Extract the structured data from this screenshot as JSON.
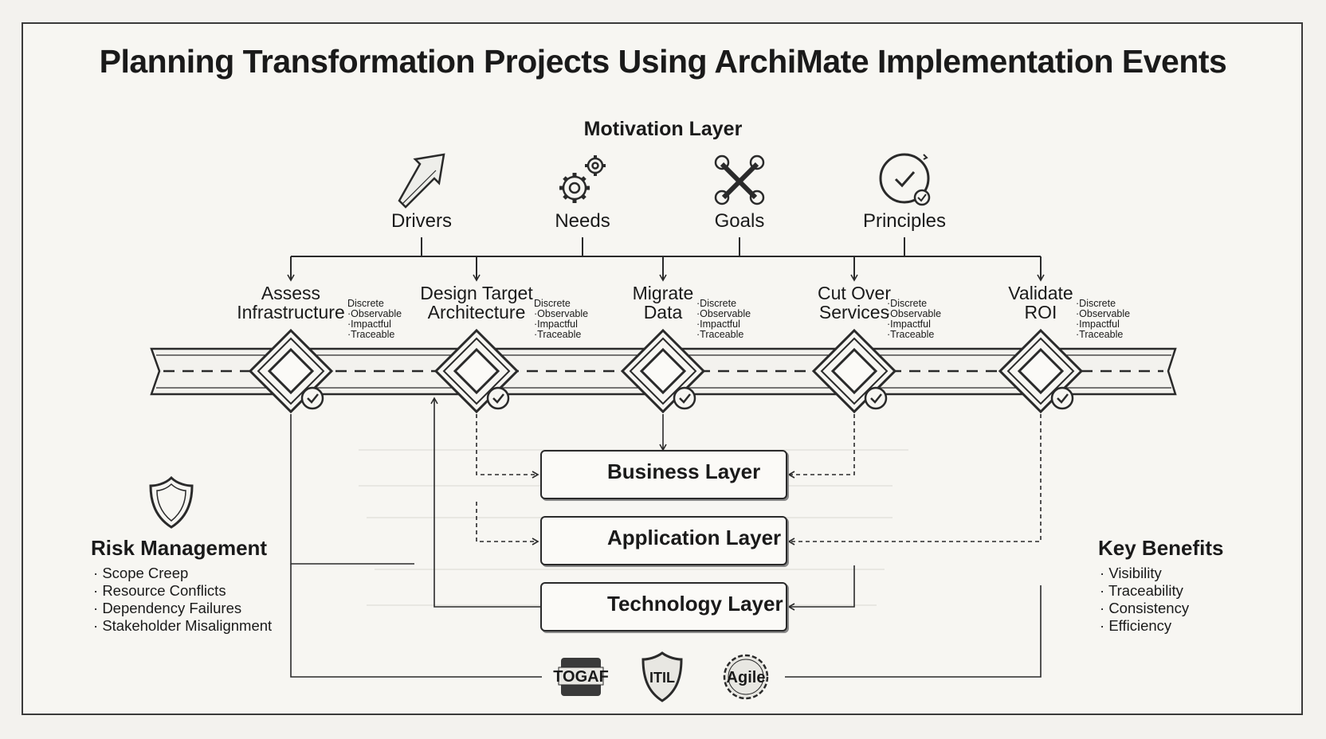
{
  "title": "Planning Transformation Projects Using ArchiMate Implementation Events",
  "motivation": {
    "title": "Motivation Layer",
    "items": [
      {
        "label": "Drivers",
        "icon": "arrow-up-right-icon"
      },
      {
        "label": "Needs",
        "icon": "gears-icon"
      },
      {
        "label": "Goals",
        "icon": "crossed-tools-icon"
      },
      {
        "label": "Principles",
        "icon": "check-circle-icon"
      }
    ]
  },
  "events": [
    {
      "line1": "Assess",
      "line2": "Infrastructure",
      "attrs": [
        "Discrete",
        "Observable",
        "Impactful",
        "Traceable"
      ]
    },
    {
      "line1": "Design Target",
      "line2": "Architecture",
      "attrs": [
        "Discrete",
        "Observable",
        "Impactful",
        "Traceable"
      ]
    },
    {
      "line1": "Migrate",
      "line2": "Data",
      "attrs": [
        "Discrete",
        "Observable",
        "Impactful",
        "Traceable"
      ]
    },
    {
      "line1": "Cut Over",
      "line2": "Services",
      "attrs": [
        "Discrete",
        "Observable",
        "Impactful",
        "Traceable"
      ]
    },
    {
      "line1": "Validate",
      "line2": "ROI",
      "attrs": [
        "Discrete",
        "Observable",
        "Impactful",
        "Traceable"
      ]
    }
  ],
  "layers": [
    {
      "label": "Business Layer",
      "icon": "process-flow-icon"
    },
    {
      "label": "Application Layer",
      "icon": "app-components-icon"
    },
    {
      "label": "Technology Layer",
      "icon": "server-rack-icon"
    }
  ],
  "risk": {
    "title": "Risk Management",
    "icon": "shield-icon",
    "items": [
      "Scope Creep",
      "Resource Conflicts",
      "Dependency Failures",
      "Stakeholder Misalignment"
    ]
  },
  "benefits": {
    "title": "Key Benefits",
    "items": [
      "Visibility",
      "Traceability",
      "Consistency",
      "Efficiency"
    ]
  },
  "frameworks": [
    "TOGAF",
    "ITIL",
    "Agile"
  ],
  "colors": {
    "ink": "#1a1a1a",
    "paper": "#f7f6f2",
    "frame": "#3a3a3a"
  }
}
